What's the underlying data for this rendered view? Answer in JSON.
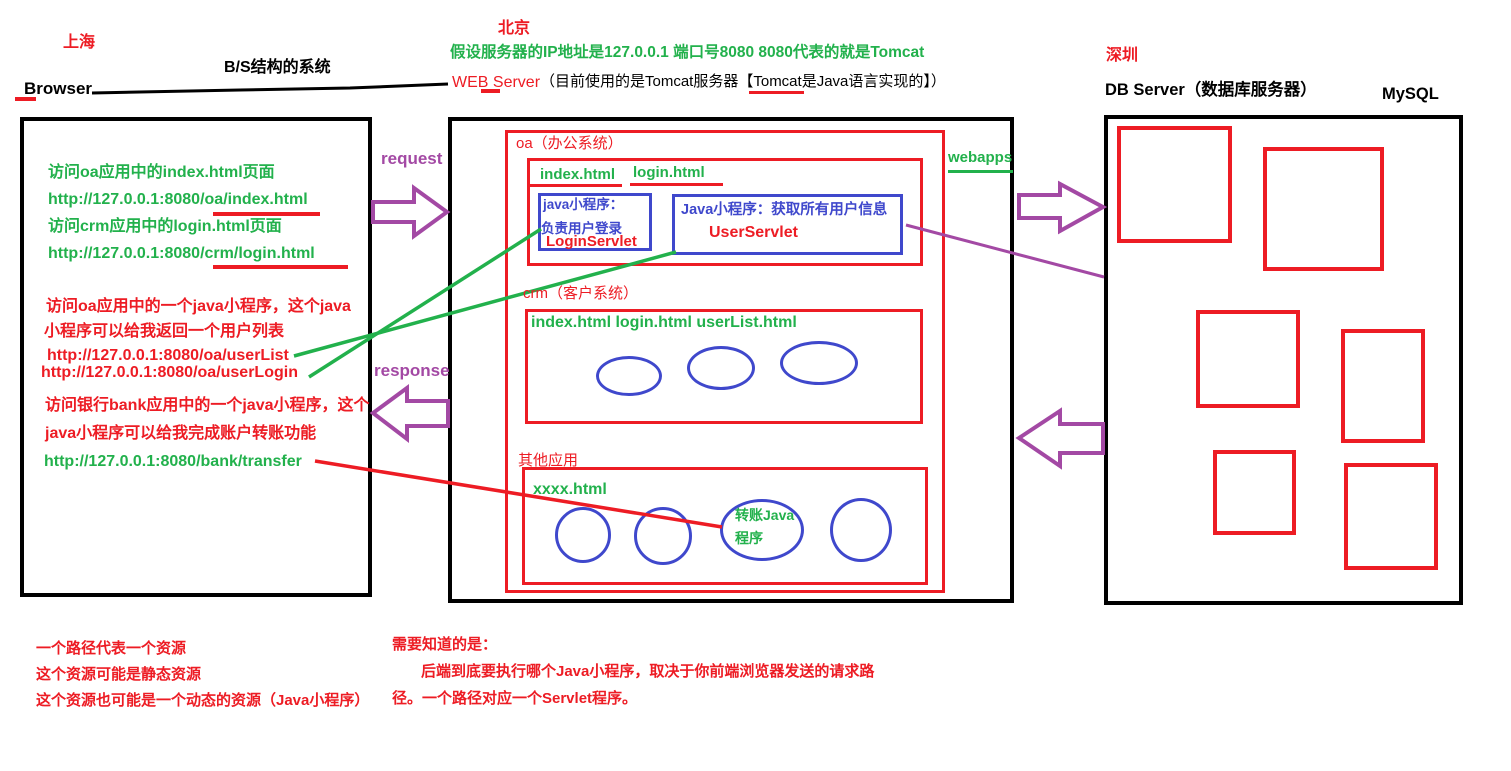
{
  "colors": {
    "red": "#ED1C24",
    "green": "#22B14C",
    "purple": "#A349A4",
    "blue": "#3F48CC",
    "black": "#000000"
  },
  "header": {
    "shanghai": "上海",
    "system_title": "B/S结构的系统",
    "browser": "Browser",
    "beijing": "北京",
    "server_ip_note": "假设服务器的IP地址是127.0.0.1 端口号8080    8080代表的就是Tomcat",
    "web_server": "WEB Server",
    "web_server_note": "（目前使用的是Tomcat服务器【Tomcat是Java语言实现的】）",
    "shenzhen": "深圳",
    "db_server": "DB Server（数据库服务器）",
    "mysql": "MySQL"
  },
  "browser_box": {
    "line1": "访问oa应用中的index.html页面",
    "url1": "http://127.0.0.1:8080/oa/index.html",
    "line2": "访问crm应用中的login.html页面",
    "url2": "http://127.0.0.1:8080/crm/login.html",
    "line3": "访问oa应用中的一个java小程序，这个java",
    "line4": "小程序可以给我返回一个用户列表",
    "url3": "http://127.0.0.1:8080/oa/userList",
    "url4": "http://127.0.0.1:8080/oa/userLogin",
    "line5": "访问银行bank应用中的一个java小程序，这个",
    "line6": "java小程序可以给我完成账户转账功能",
    "url5": "http://127.0.0.1:8080/bank/transfer"
  },
  "flow": {
    "request": "request",
    "response": "response"
  },
  "web_server_box": {
    "webapps": "webapps",
    "oa": {
      "label": "oa（办公系统）",
      "file1": "index.html",
      "file2": "login.html",
      "login_servlet": {
        "line1": "java小程序：",
        "line2": "负责用户登录",
        "name": "LoginServlet"
      },
      "user_servlet": {
        "line1": "Java小程序：获取所有用户信息",
        "name": "UserServlet"
      }
    },
    "crm": {
      "label": "crm（客户系统）",
      "files": "index.html  login.html userList.html"
    },
    "other": {
      "label": "其他应用",
      "file": "xxxx.html",
      "transfer_line1": "转账Java",
      "transfer_line2": "程序"
    }
  },
  "notes": {
    "left1": "一个路径代表一个资源",
    "left2": "这个资源可能是静态资源",
    "left3": "这个资源也可能是一个动态的资源（Java小程序）",
    "right1": "需要知道的是：",
    "right2": "后端到底要执行哪个Java小程序，取决于你前端浏览器发送的请求路",
    "right3": "径。一个路径对应一个Servlet程序。"
  }
}
